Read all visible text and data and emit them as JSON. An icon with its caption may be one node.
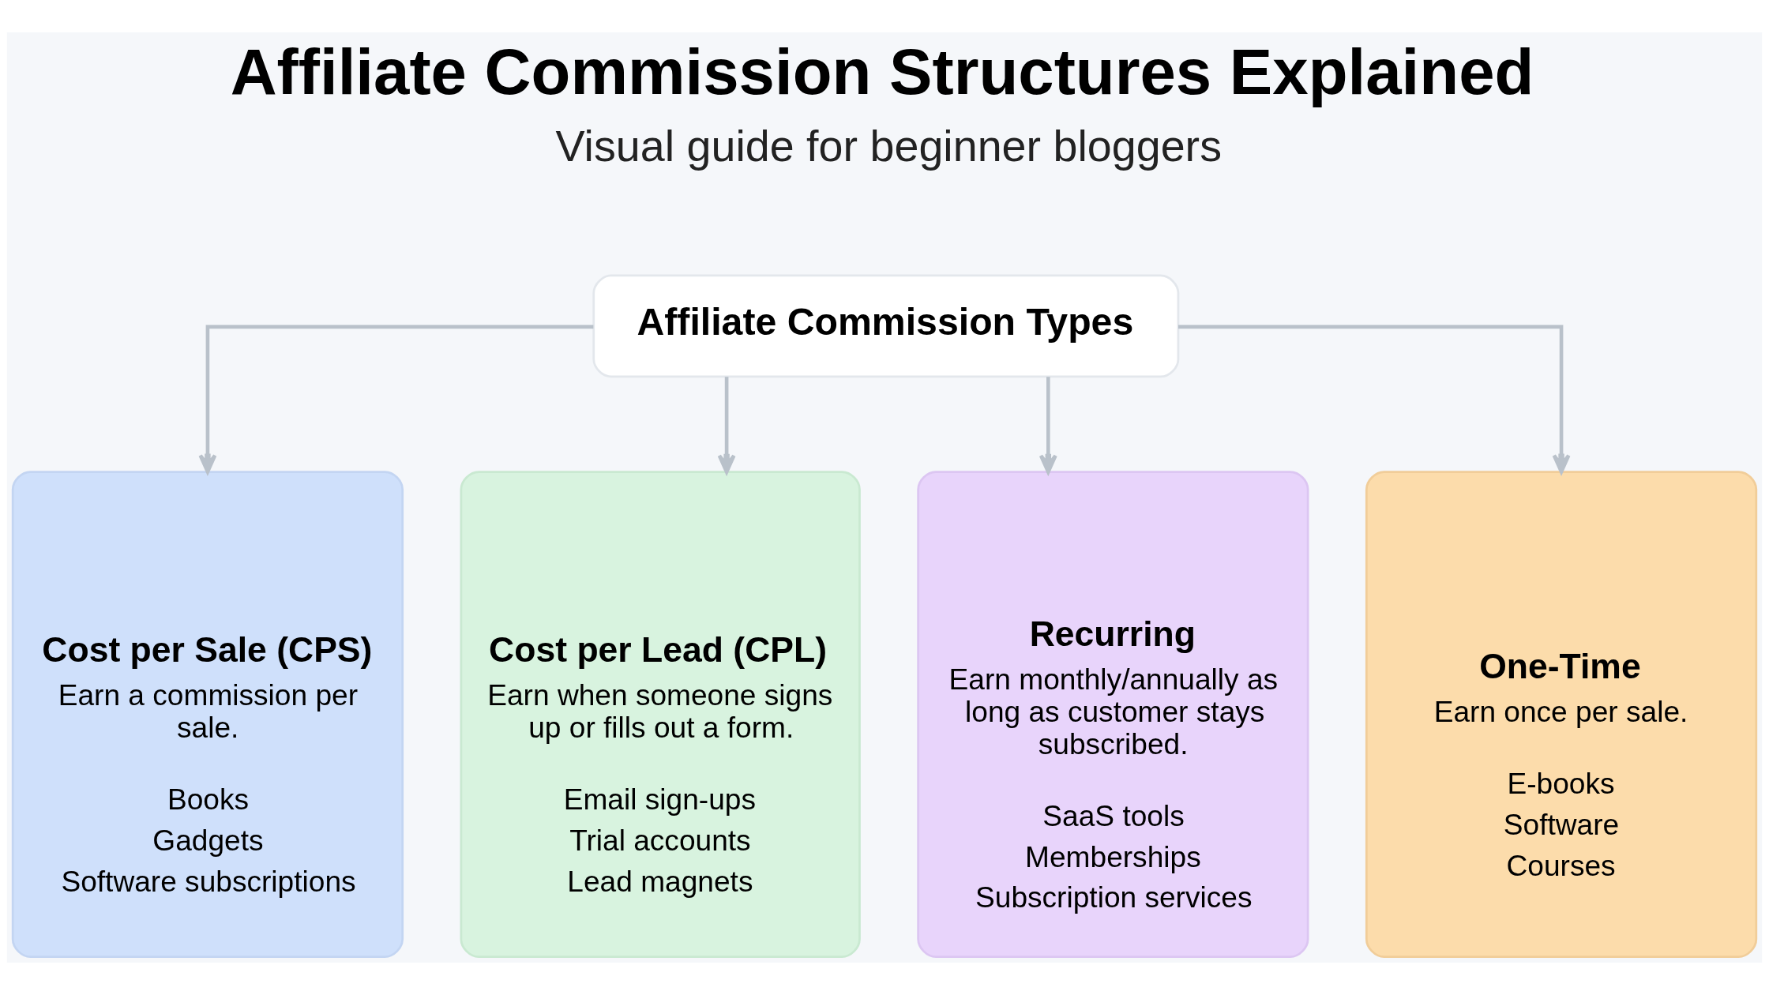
{
  "diagram": {
    "title": "Affiliate Commission Structures Explained",
    "nodes": [
      {
        "text": [
          "Affiliate Commission Types"
        ]
      },
      {
        "text": [
          "Cost per Sale (CPS)",
          "Earn a commission per sale.",
          "Books",
          "Gadgets",
          "Software subscriptions"
        ]
      },
      {
        "text": [
          "Cost per Lead (CPL)",
          "Earn when someone signs up or fills out a form.",
          "Email sign-ups",
          "Trial accounts",
          "Lead magnets"
        ]
      },
      {
        "text": [
          "Recurring",
          "Earn monthly/annually as long as customer stays subscribed.",
          "SaaS tools",
          "Memberships",
          "Subscription services"
        ]
      },
      {
        "text": [
          "One-Time",
          "Earn once per sale.",
          "E-books",
          "Software",
          "Courses"
        ]
      }
    ],
    "edges": [
      {
        "from": 0,
        "to": 1,
        "arrow": "to"
      },
      {
        "from": 0,
        "to": 2,
        "arrow": "to"
      },
      {
        "from": 0,
        "to": 3,
        "arrow": "to"
      },
      {
        "from": 0,
        "to": 4,
        "arrow": "to"
      }
    ],
    "labels": [
      "Visual guide for beginner bloggers"
    ]
  }
}
